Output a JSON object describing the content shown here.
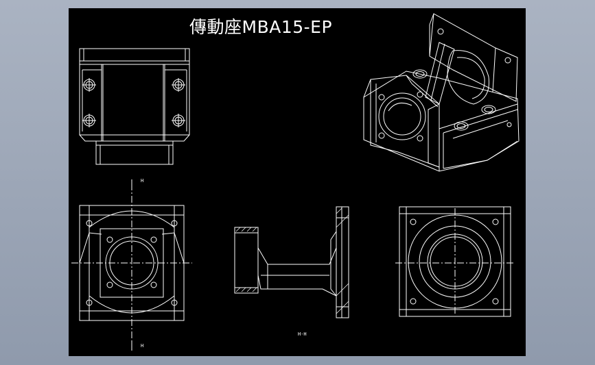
{
  "drawing": {
    "title": "傳動座MBA15-EP",
    "section_mark_top": "H",
    "section_mark_bottom": "H",
    "section_caption": "H-H",
    "colors": {
      "background": "#000000",
      "line": "#ffffff",
      "frame": "#9aa3b4"
    }
  }
}
